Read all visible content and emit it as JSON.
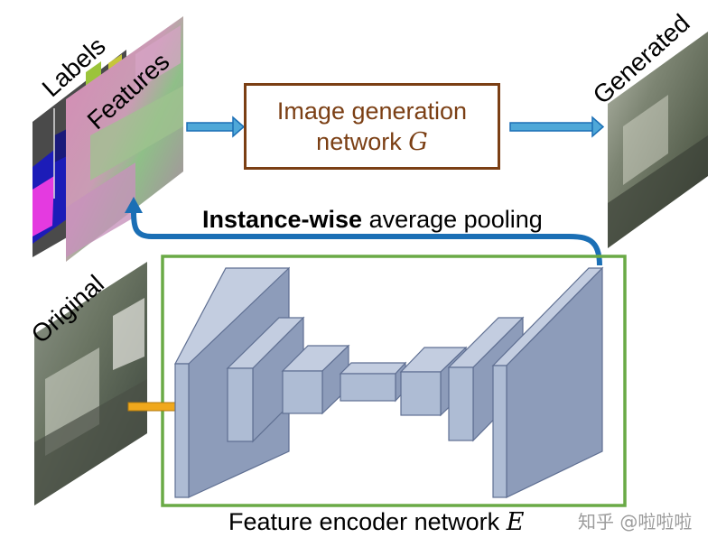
{
  "inputs": {
    "labels": "Labels",
    "features": "Features",
    "original": "Original"
  },
  "output": {
    "generated": "Generated"
  },
  "generator": {
    "line1": "Image generation",
    "line2_text": "network",
    "line2_symbol": "G"
  },
  "pooling": {
    "bold": "Instance-wise",
    "rest": "average pooling"
  },
  "encoder": {
    "text": "Feature encoder network",
    "symbol": "E"
  },
  "watermark": "知乎 @啦啦啦",
  "colors": {
    "generator_border": "#7b3f14",
    "encoder_border": "#6aaa46",
    "arrow_blue": "#1b6fb5",
    "arrow_orange": "#f0a81c",
    "block_face": "#aebcd4",
    "block_side": "#8d9cba"
  }
}
